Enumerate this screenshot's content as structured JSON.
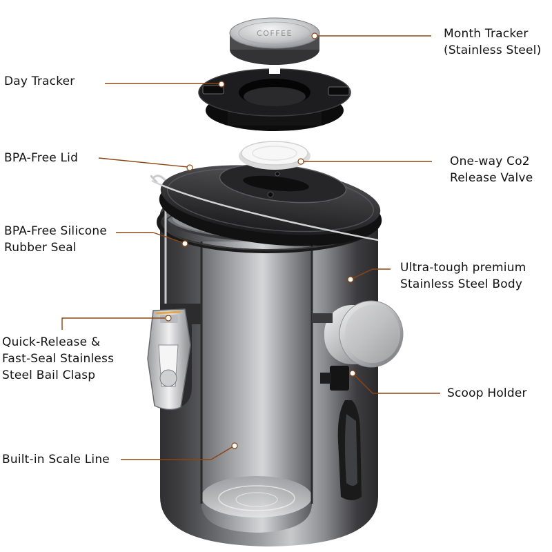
{
  "diagram": {
    "colors": {
      "leader": "#8b4513",
      "dot": "#ffffff",
      "steel_light": "#d9d9d9",
      "steel_dark": "#4a4a4a",
      "lid": "#2b2b2b"
    },
    "labels": {
      "month_tracker": "Month Tracker\n(Stainless Steel)",
      "day_tracker": "Day Tracker",
      "bpa_lid": "BPA-Free Lid",
      "co2_valve": "One-way Co2\nRelease Valve",
      "silicone_seal": "BPA-Free Silicone\nRubber Seal",
      "steel_body": "Ultra-tough premium\nStainless Steel Body",
      "bail_clasp": "Quick-Release &\nFast-Seal Stainless\nSteel Bail Clasp",
      "scoop_holder": "Scoop Holder",
      "scale_line": "Built-in Scale Line"
    },
    "month_dial_text": "COFFEE"
  }
}
